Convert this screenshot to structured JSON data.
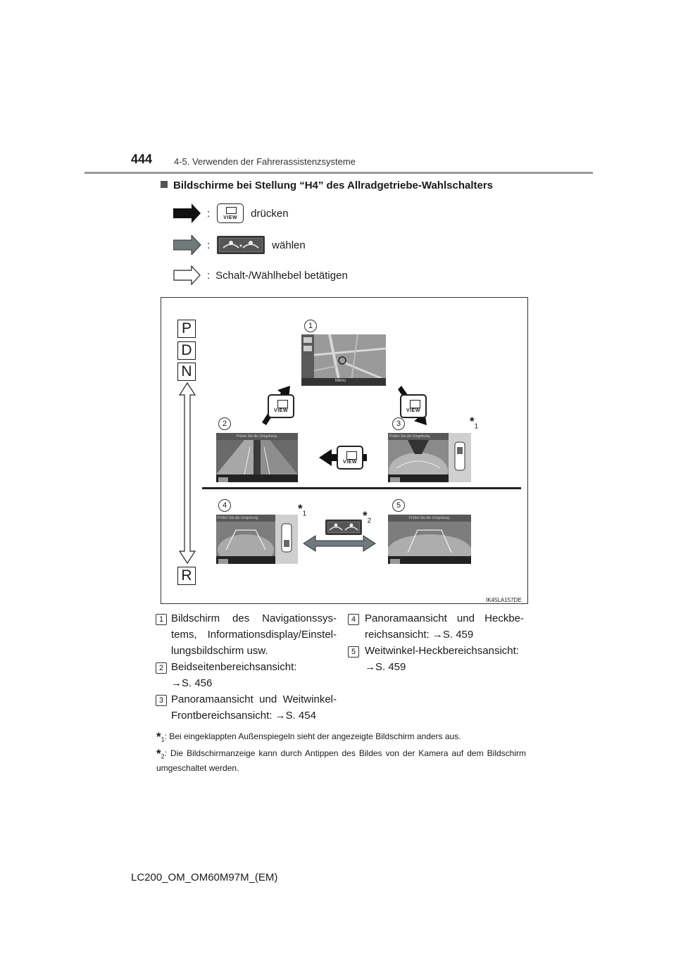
{
  "header": {
    "page_number": "444",
    "section": "4-5. Verwenden der Fahrerassistenzsysteme"
  },
  "heading": "Bildschirme bei Stellung “H4” des Allradgetriebe-Wahlschalters",
  "legend": [
    {
      "colon": ":",
      "text": "drücken",
      "icon": "view-button-icon"
    },
    {
      "colon": ":",
      "text": "wählen",
      "icon": "camera-switch-icon"
    },
    {
      "colon": ":",
      "text": "Schalt-/Wählhebel betätigen"
    }
  ],
  "figure": {
    "gears": [
      "P",
      "D",
      "N",
      "R"
    ],
    "screen_numbers": [
      "1",
      "2",
      "3",
      "4",
      "5"
    ],
    "view_label": "VIEW",
    "screen_notice": "Prüfen Sie die Umgebung.",
    "nav_menu": "Menu",
    "star_marks": [
      {
        "star": "*",
        "index": "1"
      },
      {
        "star": "*",
        "index": "1"
      },
      {
        "star": "*",
        "index": "2"
      }
    ],
    "code": "IK45LA157DE"
  },
  "captions": [
    {
      "num": "1",
      "text": "Bildschirm des Navigationssys-tems, Informationsdisplay/Einstel-lungsbildschirm usw."
    },
    {
      "num": "2",
      "text": "Beidseitenbereichsansicht:",
      "ref": "→S. 456"
    },
    {
      "num": "3",
      "text": "Panoramaansicht und Weitwinkel-Frontbereichsansicht: →S. 454"
    },
    {
      "num": "4",
      "text": "Panoramaansicht und Heckbe-reichsansicht: →S. 459"
    },
    {
      "num": "5",
      "text": "Weitwinkel-Heckbereichsansicht:",
      "ref": "→S. 459"
    }
  ],
  "footnotes": [
    {
      "star": "*",
      "index": "1",
      "text": ": Bei eingeklappten Außenspiegeln sieht der angezeigte Bildschirm anders aus."
    },
    {
      "star": "*",
      "index": "2",
      "text": ": Die Bildschirmanzeige kann durch Antippen des Bildes von der Kamera auf dem Bildschirm umgeschaltet werden."
    }
  ],
  "footer": "LC200_OM_OM60M97M_(EM)",
  "colors": {
    "black_arrow": "#111111",
    "gray_arrow": "#6e7b7d",
    "rule": "#9a9a9a"
  }
}
